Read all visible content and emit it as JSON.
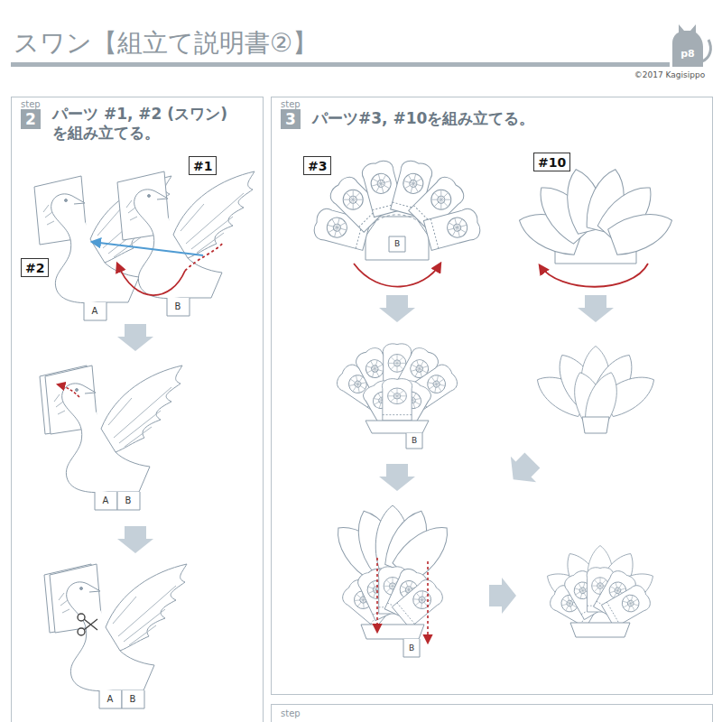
{
  "diagram": {
    "title": "スワン【組立て説明書②】",
    "nodes": [
      {
        "text": [
          "パーツ #1, #2 (スワン) を組み立てる。"
        ]
      },
      {
        "text": [
          "step",
          "2"
        ],
        "in": 0
      },
      {
        "text": [
          "#1"
        ],
        "in": 0
      },
      {
        "text": [
          "#2"
        ],
        "in": 0
      },
      {
        "text": [
          "パーツ#3, #10を組み立てる。"
        ]
      },
      {
        "text": [
          "step",
          "3"
        ],
        "in": 4
      },
      {
        "text": [
          "#3"
        ],
        "in": 4
      },
      {
        "text": [
          "#10"
        ],
        "in": 4
      },
      {
        "text": [
          "step"
        ]
      }
    ],
    "labels": [
      "p8",
      "©2017 Kagisippo",
      "A",
      "B",
      "A",
      "B",
      "A",
      "B",
      "B",
      "B",
      "B"
    ]
  }
}
